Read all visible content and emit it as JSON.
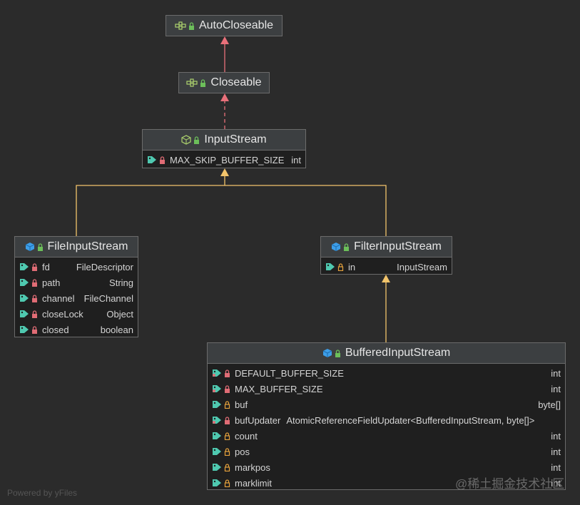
{
  "nodes": {
    "autocloseable": {
      "title": "AutoCloseable"
    },
    "closeable": {
      "title": "Closeable"
    },
    "inputstream": {
      "title": "InputStream",
      "fields": [
        {
          "name": "MAX_SKIP_BUFFER_SIZE",
          "type": "int"
        }
      ]
    },
    "fileinputstream": {
      "title": "FileInputStream",
      "fields": [
        {
          "name": "fd",
          "type": "FileDescriptor"
        },
        {
          "name": "path",
          "type": "String"
        },
        {
          "name": "channel",
          "type": "FileChannel"
        },
        {
          "name": "closeLock",
          "type": "Object"
        },
        {
          "name": "closed",
          "type": "boolean"
        }
      ]
    },
    "filterinputstream": {
      "title": "FilterInputStream",
      "fields": [
        {
          "name": "in",
          "type": "InputStream"
        }
      ]
    },
    "bufferedinputstream": {
      "title": "BufferedInputStream",
      "fields": [
        {
          "name": "DEFAULT_BUFFER_SIZE",
          "type": "int"
        },
        {
          "name": "MAX_BUFFER_SIZE",
          "type": "int"
        },
        {
          "name": "buf",
          "type": "byte[]"
        },
        {
          "name": "bufUpdater",
          "type": "AtomicReferenceFieldUpdater<BufferedInputStream, byte[]>"
        },
        {
          "name": "count",
          "type": "int"
        },
        {
          "name": "pos",
          "type": "int"
        },
        {
          "name": "markpos",
          "type": "int"
        },
        {
          "name": "marklimit",
          "type": "int"
        }
      ]
    }
  },
  "footer": {
    "powered": "Powered by yFiles"
  },
  "watermark": "@稀土掘金技术社区",
  "colors": {
    "background": "#2b2b2b",
    "interface_arrow": "#e8707a",
    "extends_arrow": "#f2c46b",
    "field_icon": "#4fc9b0",
    "lock_red": "#e06c75",
    "lock_orange": "#e6a23c",
    "class_icon": "#3d9ee8"
  }
}
